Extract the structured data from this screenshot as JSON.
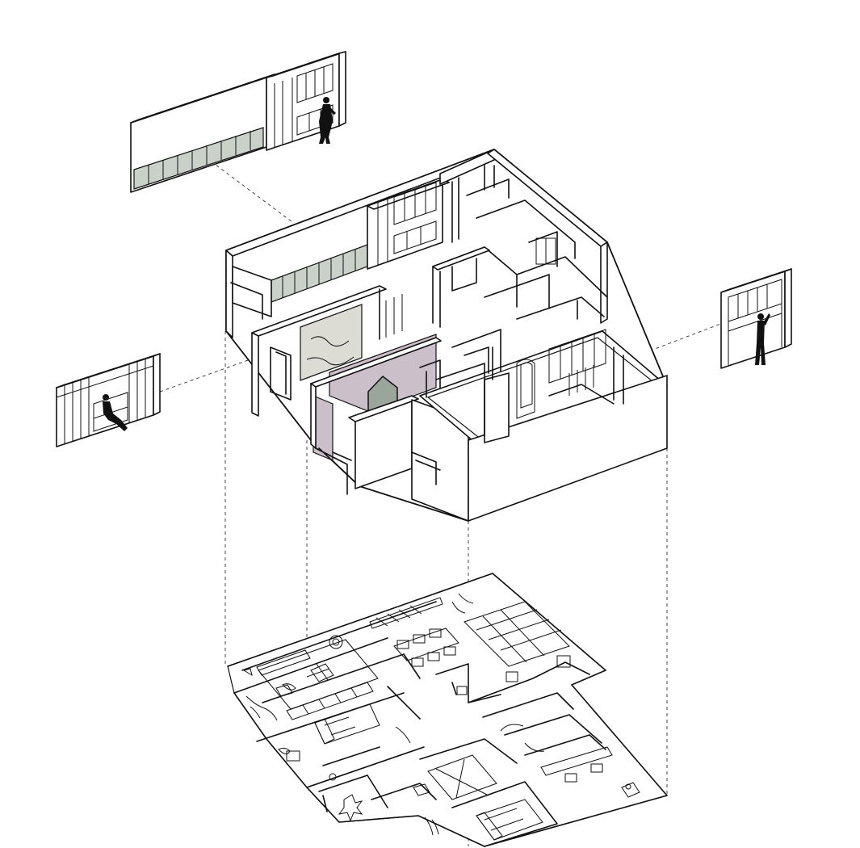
{
  "colors": {
    "line": "#111111",
    "background": "#ffffff",
    "cabinet_green": "#c9d1c9",
    "mauve_wall": "#cbbfca",
    "marble": "#dcdcd4",
    "dark_green_door": "#9aa59c"
  },
  "figures": [
    {
      "name": "person-standing-top-cabinet",
      "icon": "person-silhouette"
    },
    {
      "name": "person-seated-left-cabinet",
      "icon": "person-silhouette"
    },
    {
      "name": "person-standing-right-cabinet",
      "icon": "person-silhouette"
    }
  ],
  "components": {
    "top_elevation": "cabinet-wall-elevation",
    "left_elevation": "window-seat-cabinet-elevation",
    "right_elevation": "desk-cabinet-elevation",
    "axonometric": "apartment-axonometric-model",
    "plan": "furnished-floor-plan"
  }
}
